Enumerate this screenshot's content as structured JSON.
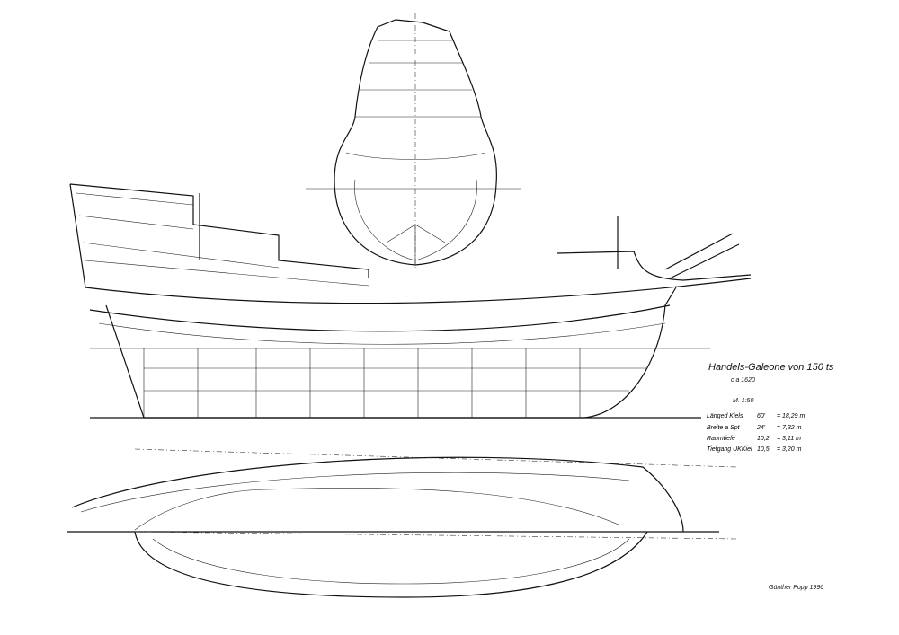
{
  "title": "Handels-Galeone von 150 ts",
  "date": "c a 1620",
  "scale": "M. 1:50",
  "specs": [
    {
      "label": "Länged Kiels",
      "feet": "60'",
      "meters": "= 18,29 m"
    },
    {
      "label": "Breite a Spt",
      "feet": "24'",
      "meters": "= 7,32 m"
    },
    {
      "label": "Raumtiefe",
      "feet": "10,2'",
      "meters": "= 3,11 m"
    },
    {
      "label": "Tiefgang UKKiel",
      "feet": "10,5'",
      "meters": "= 3,20 m"
    }
  ],
  "signature": "Günther Popp  1996"
}
